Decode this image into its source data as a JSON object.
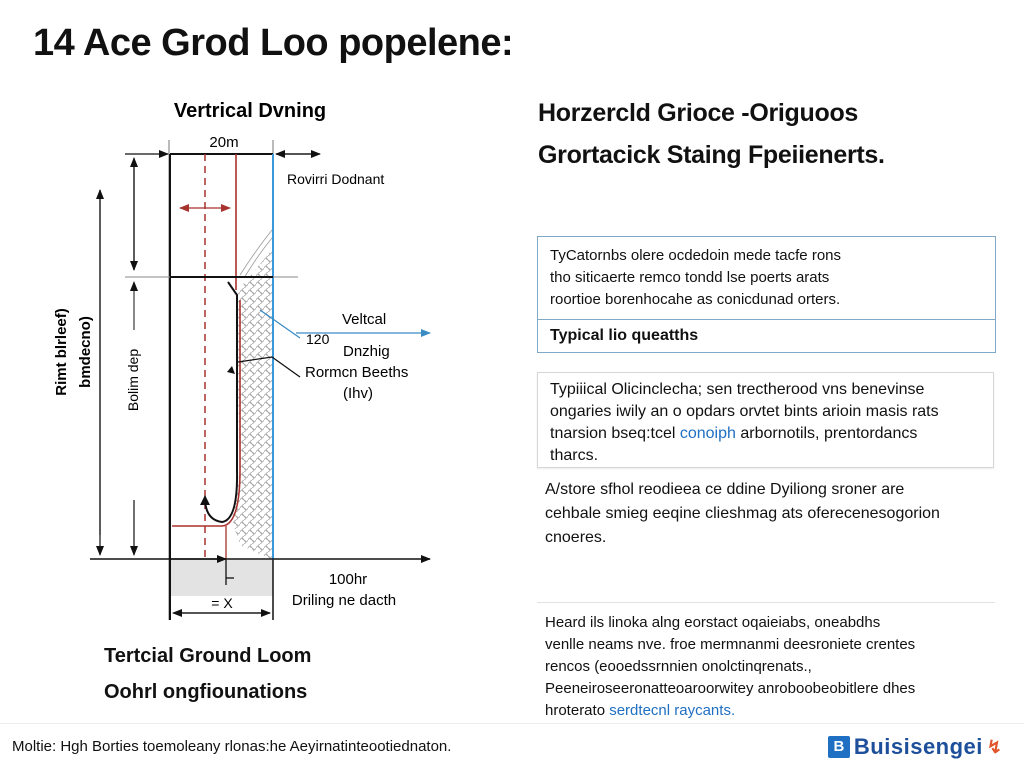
{
  "page": {
    "title": "14 Ace Grod Loo popelene:"
  },
  "diagram": {
    "heading": "Vertrical Dvning",
    "top_dim_label": "20m",
    "right_top_label": "Rovirri Dodnant",
    "left_axis_label_line1": "Rimt blrleef)",
    "left_axis_label_line2": "bmdecno)",
    "inner_axis_label": "Bolim dep",
    "callout_vertical": "Veltcal",
    "callout_symbol": "120",
    "callout_line2": "Dnzhig",
    "callout_line3": "Rormcn Beeths",
    "callout_line4": "(Ihv)",
    "bottom_value": "100hr",
    "bottom_label": "Driling ne dacth",
    "bottom_width_label": "= X",
    "colors": {
      "outline": "#111111",
      "red_line": "#a8322d",
      "blue_line": "#3a9ad9",
      "ground_fill": "#e3e3e3",
      "mesh": "#9a9a9a"
    }
  },
  "left_caption": {
    "line1": "Tertcial Ground Loom",
    "line2": "Oohrl ongfiounations"
  },
  "right_panel": {
    "heading_line1": "Horzercld Grioce -Origuoos",
    "heading_line2": "Grortacick Staing Fpeiienerts.",
    "box": {
      "body_lines": [
        "TyCatornbs olere ocdedoin mede tacfe rons",
        "tho siticaerte remco tondd lse poerts arats",
        "roortioe borenhocahe as conicdunad orters."
      ],
      "footer": "Typical lio queatths"
    },
    "card": {
      "line1": "Typiiical Olicinclecha; sen trectherood vns benevinse",
      "line2": "ongaries iwily an o opdars orvtet bints arioin masis rats",
      "line3_before": "tnarsion bseq:tcel ",
      "line3_link": "conoiph",
      "line3_after": " arbornotils, prentordancs",
      "line4": "tharcs."
    },
    "paragraph": {
      "line1": "A/store sfhol reodieea ce ddine Dyiliong sroner are",
      "line2": "cehbale smieg eeqine clieshmag ats oferecenesogorion",
      "line3": "cnoeres."
    },
    "bottom": {
      "line1": "Heard ils linoka alng eorstact oqaieiabs, oneabdhs",
      "line2": "venlle neams nve. froe mermnanmi deesroniete crentes",
      "line3": "rencos (eooedssrnnien onolctinqrenats.,",
      "line4": "Peeneiroseeronatteoaroorwitey anroboobeobitlere dhes",
      "line5_before": "hroterato ",
      "line5_link": "serdtecnl raycants."
    }
  },
  "footer": {
    "note": "Moltie: Hgh Borties toemoleany rlonas:he Aeyirnatinteootiednaton.",
    "brand_letter": "B",
    "brand_name": "Buisisengei",
    "brand_mark": "↯"
  }
}
